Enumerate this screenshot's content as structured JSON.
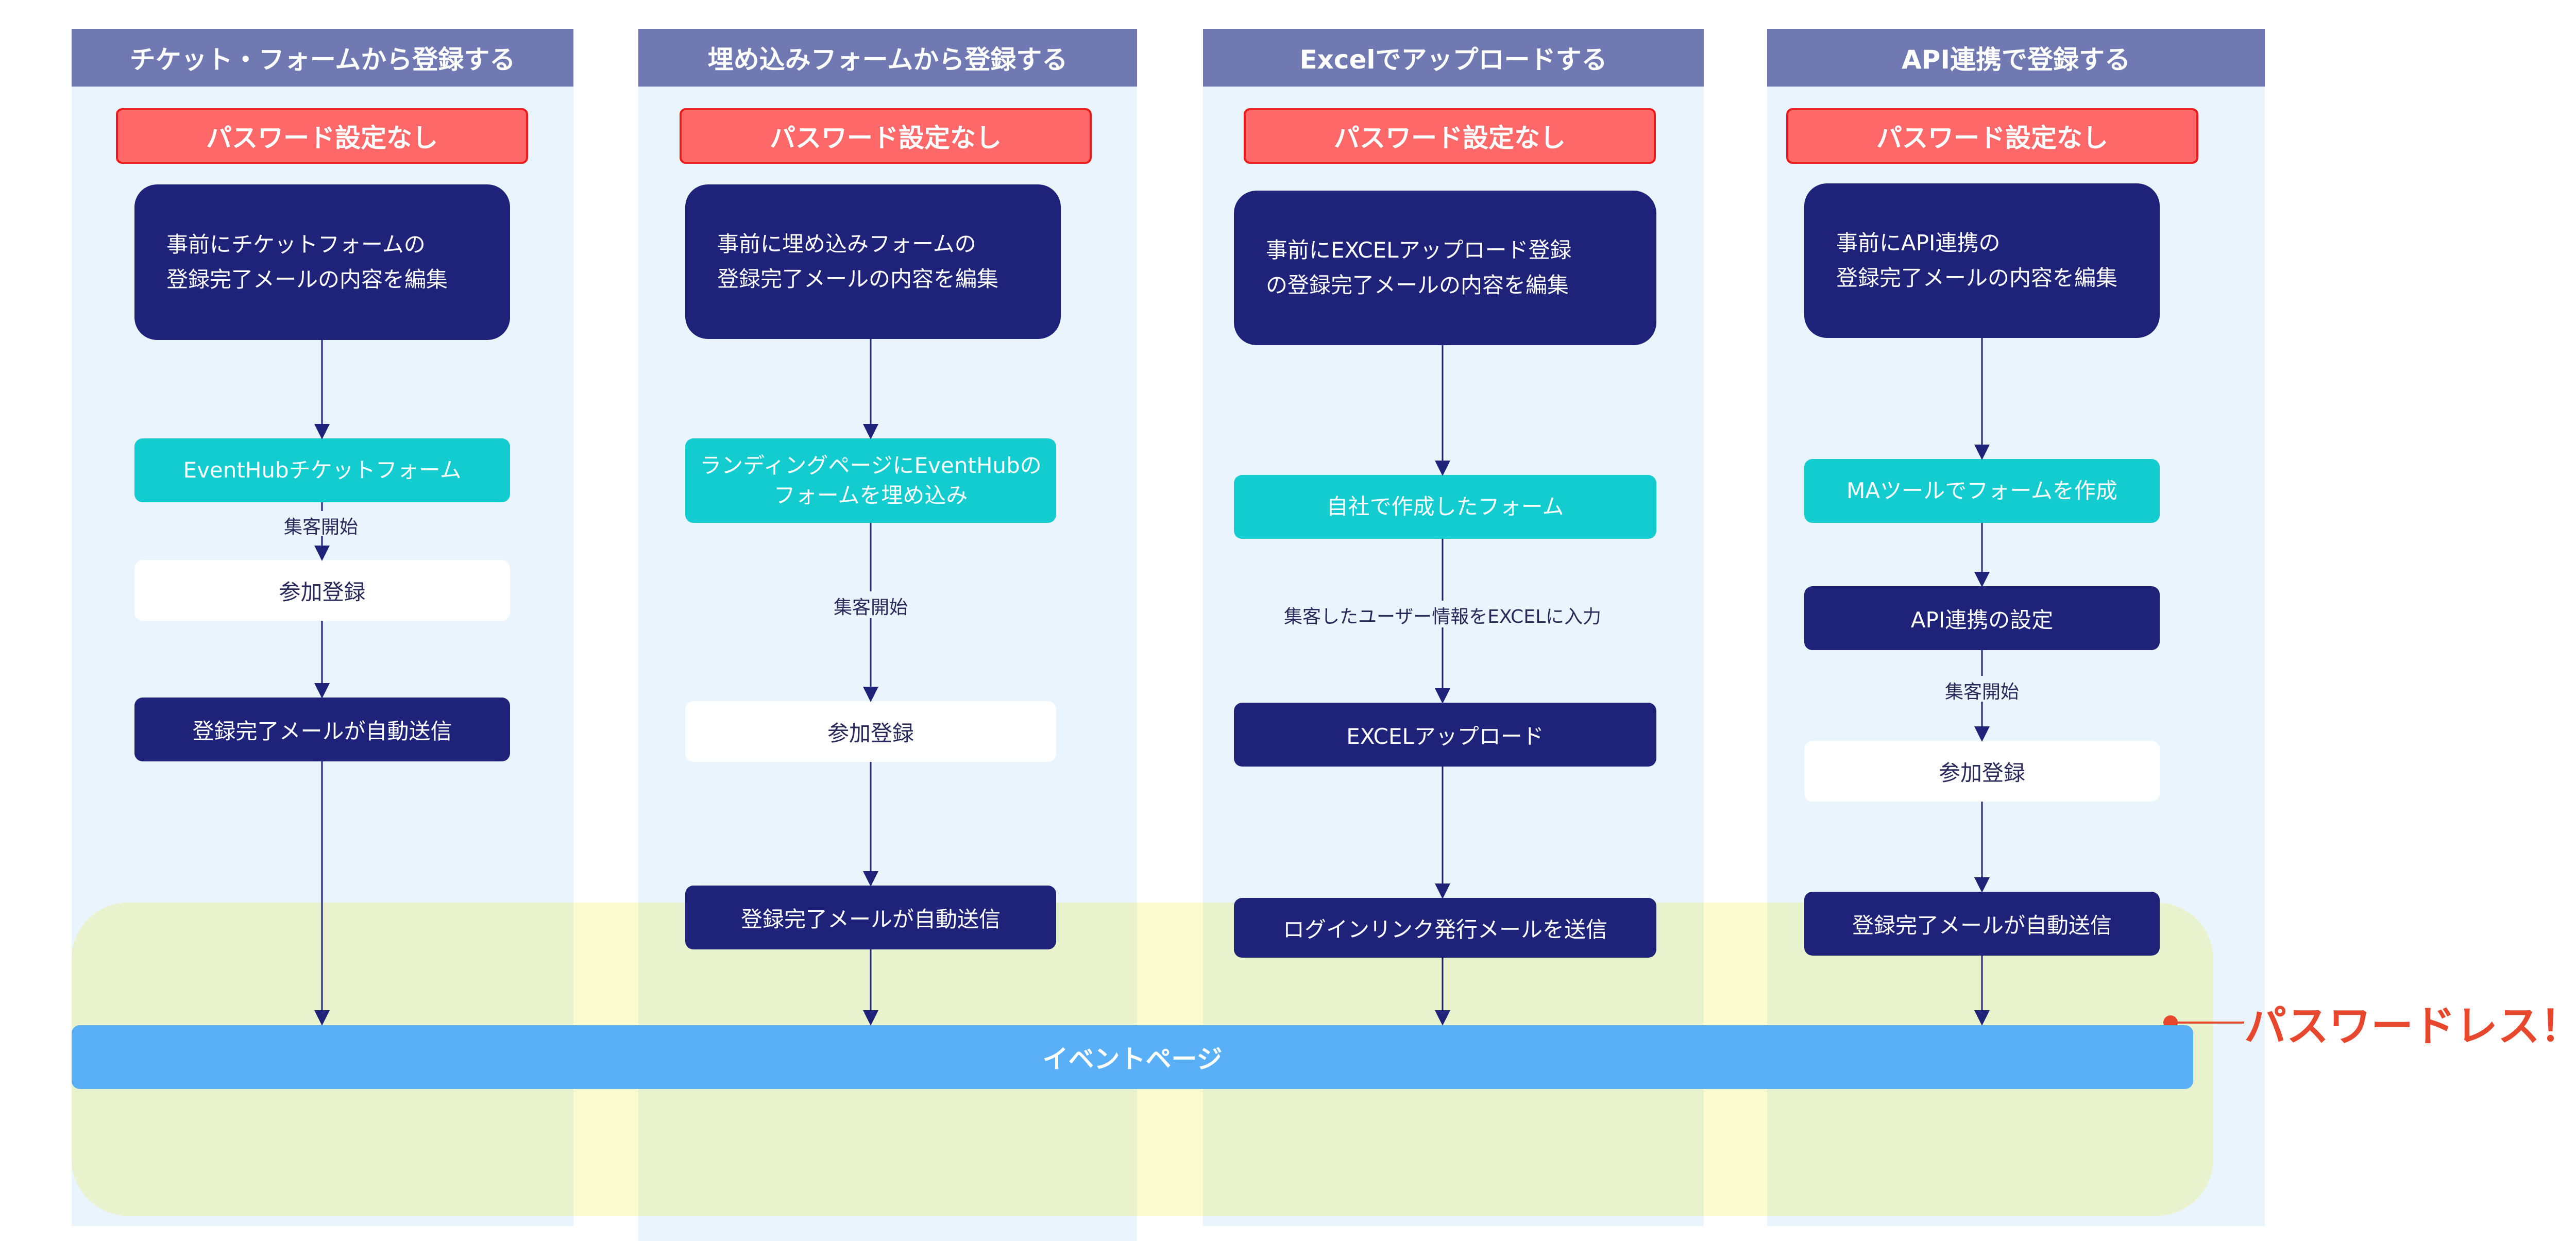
{
  "colors": {
    "lane_background": "#e9f4fc",
    "header": "#7179b3",
    "password_badge": "#ff6868",
    "dark_node": "#1e2278",
    "cyan_node": "#13cccf",
    "event_page": "#59b0f7",
    "passwordless_zone": "#e9f2d8",
    "accent_red": "#e7472c"
  },
  "lanes": [
    {
      "header": "チケット・フォームから登録する",
      "badge": "パスワード設定なし",
      "prep": "事前にチケットフォームの\n登録完了メールの内容を編集",
      "form": "EventHubチケットフォーム",
      "edge_label": "集客開始",
      "register": "参加登録",
      "mail": "登録完了メールが自動送信"
    },
    {
      "header": "埋め込みフォームから登録する",
      "badge": "パスワード設定なし",
      "prep": "事前に埋め込みフォームの\n登録完了メールの内容を編集",
      "form": "ランディングページにEventHubの\nフォームを埋め込み",
      "edge_label": "集客開始",
      "register": "参加登録",
      "mail": "登録完了メールが自動送信"
    },
    {
      "header": "Excelでアップロードする",
      "badge": "パスワード設定なし",
      "prep": "事前にEXCELアップロード登録\nの登録完了メールの内容を編集",
      "form": "自社で作成したフォーム",
      "edge_label": "集客したユーザー情報をEXCELに入力",
      "upload": "EXCELアップロード",
      "mail": "ログインリンク発行メールを送信"
    },
    {
      "header": "API連携で登録する",
      "badge": "パスワード設定なし",
      "prep": "事前にAPI連携の\n登録完了メールの内容を編集",
      "form": "MAツールでフォームを作成",
      "api": "API連携の設定",
      "edge_label": "集客開始",
      "register": "参加登録",
      "mail": "登録完了メールが自動送信"
    }
  ],
  "event_page": "イベントページ",
  "passwordless_label": "パスワードレス！"
}
